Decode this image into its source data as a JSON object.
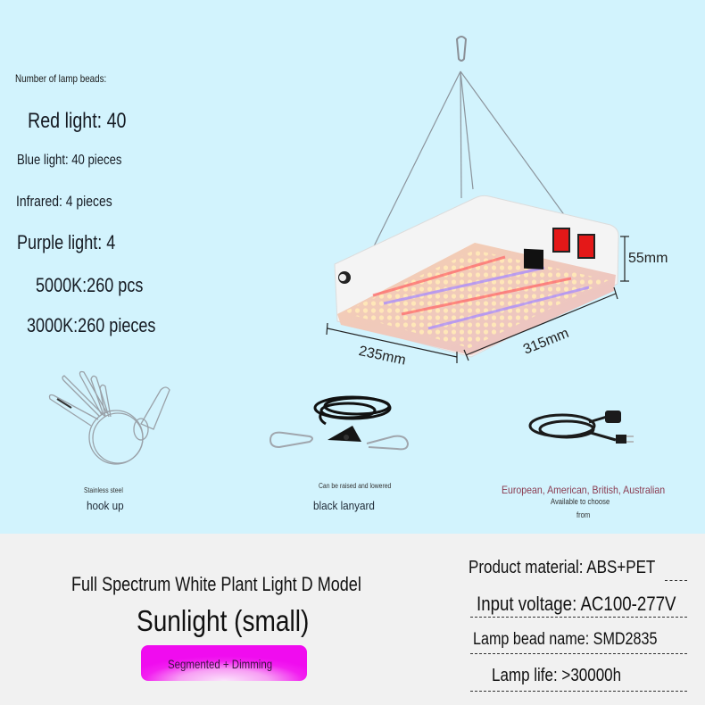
{
  "specs": {
    "title": "Number of lamp beads:",
    "red": "Red light: 40",
    "blue": "Blue light: 40 pieces",
    "infrared": "Infrared: 4 pieces",
    "purple": "Purple light: 4",
    "k5000": "5000K:260 pcs",
    "k3000": "3000K:260 pieces"
  },
  "dimensions": {
    "height": "55mm",
    "width": "235mm",
    "length": "315mm"
  },
  "accessories": [
    {
      "icon": "wire-hanger-icon",
      "caption_small": "Stainless steel",
      "caption_big": "hook up"
    },
    {
      "icon": "rope-ratchet-icon",
      "caption_small": "Can be raised and lowered",
      "caption_big": "black lanyard"
    },
    {
      "icon": "power-cord-icon",
      "caption_red": "European, American, British, Australian",
      "caption_small_1": "Available to choose",
      "caption_small_2": "from"
    }
  ],
  "product": {
    "model": "Full Spectrum White Plant Light D Model",
    "name": "Sunlight (small)",
    "badge": "Segmented + Dimming"
  },
  "properties": [
    "Product material: ABS+PET",
    "Input voltage: AC100-277V",
    "Lamp bead name: SMD2835",
    "Lamp life: >30000h"
  ],
  "colors": {
    "top_bg": "#d2f3fd",
    "bottom_bg": "#f1f1f1",
    "badge": "#f00cef",
    "red_caption": "#8a3b50"
  }
}
